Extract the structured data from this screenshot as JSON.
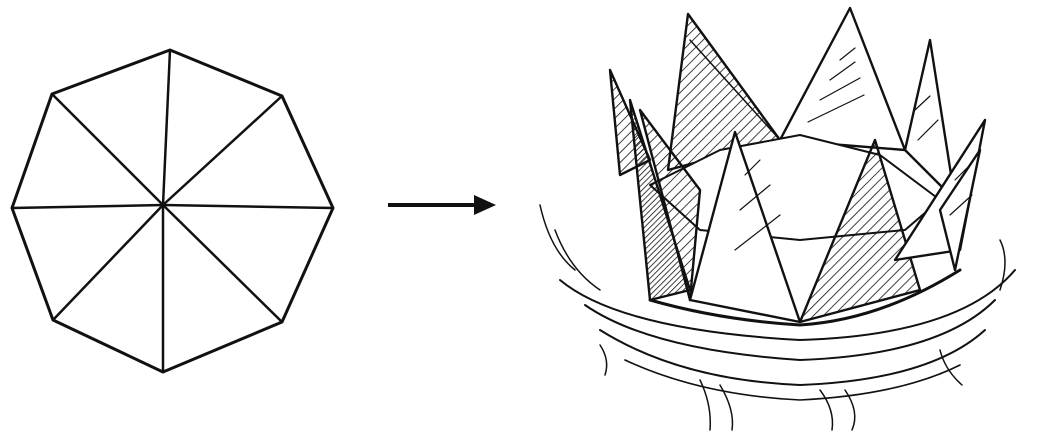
{
  "figure": {
    "panels": [
      {
        "name": "flat-octagon",
        "sectors": 8
      },
      {
        "name": "folded-crown",
        "points": 8
      }
    ],
    "arrow": {
      "direction": "right"
    },
    "colors": {
      "ink": "#111111",
      "paper": "#ffffff"
    }
  }
}
